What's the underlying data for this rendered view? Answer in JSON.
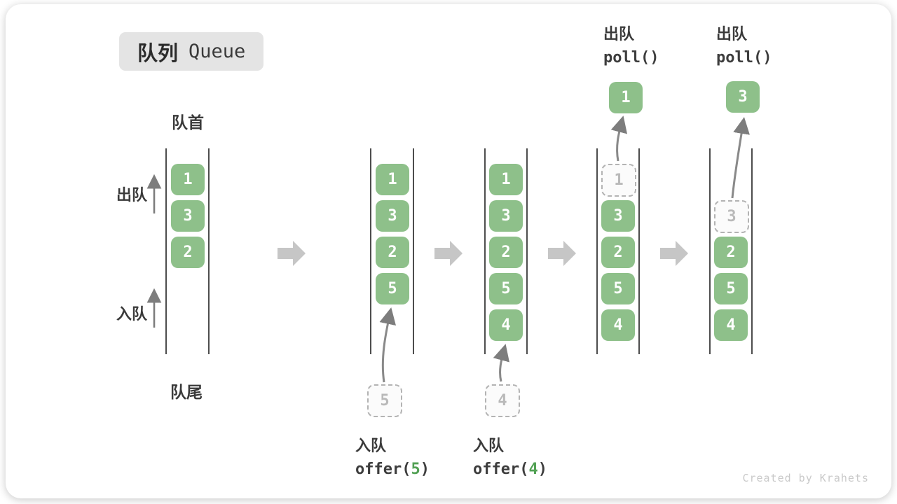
{
  "title_badge": {
    "zh": "队列",
    "en": "Queue"
  },
  "labels": {
    "front": "队首",
    "rear": "队尾",
    "dequeue": "出队",
    "enqueue": "入队"
  },
  "columns": [
    {
      "name": "state-initial",
      "green_cells": [
        "1",
        "3",
        "2"
      ]
    },
    {
      "name": "state-after-offer5",
      "green_cells": [
        "1",
        "3",
        "2",
        "5"
      ],
      "incoming": "5"
    },
    {
      "name": "state-after-offer4",
      "green_cells": [
        "1",
        "3",
        "2",
        "5",
        "4"
      ],
      "incoming": "4"
    },
    {
      "name": "state-after-poll1",
      "dashed_cell": "1",
      "green_cells": [
        "3",
        "2",
        "5",
        "4"
      ],
      "outgoing": "1"
    },
    {
      "name": "state-after-poll3",
      "dashed_cell": "3",
      "green_cells": [
        "2",
        "5",
        "4"
      ],
      "outgoing": "3"
    }
  ],
  "operations": {
    "poll1": {
      "label": "出队",
      "code": "poll()"
    },
    "poll2": {
      "label": "出队",
      "code": "poll()"
    },
    "offer5": {
      "label": "入队",
      "code_prefix": "offer(",
      "arg": "5",
      "code_suffix": ")"
    },
    "offer4": {
      "label": "入队",
      "code_prefix": "offer(",
      "arg": "4",
      "code_suffix": ")"
    }
  },
  "colors": {
    "cell_green": "#8ec08a",
    "cell_text": "#ffffff",
    "dashed_border": "#b3b3b3",
    "dashed_text": "#b9b9b9",
    "wall_line": "#4d4d4d",
    "big_arrow": "#c6c6c6",
    "small_arrow": "#7d7d7d",
    "code_arg_green": "#52a154",
    "badge_bg": "#e4e4e4",
    "text_dark": "#3a3a3a",
    "watermark": "#c9c9c9"
  },
  "watermark": "Created by Krahets"
}
